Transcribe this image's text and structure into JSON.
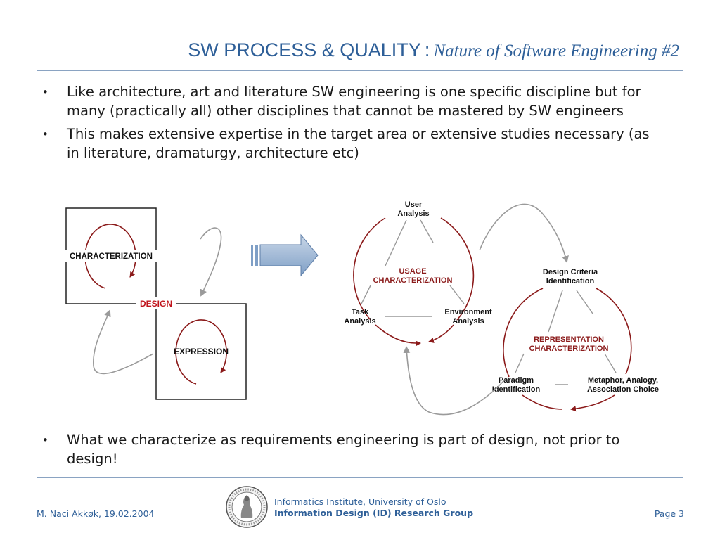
{
  "title": {
    "main": "SW PROCESS & QUALITY",
    "separator": ":",
    "subtitle": "Nature of  Software Engineering #2"
  },
  "bullets_top": [
    "Like architecture, art and literature SW engineering is one specific discipline but for many (practically all) other disciplines that cannot be mastered by SW engineers",
    "This makes extensive expertise in the target area or extensive studies necessary (as in literature, dramaturgy, architecture etc)"
  ],
  "bullets_bottom": [
    "What we characterize as requirements engineering is part of design, not prior to design!"
  ],
  "diagram_left": {
    "characterization": "CHARACTERIZATION",
    "design": "DESIGN",
    "expression": "EXPRESSION"
  },
  "diagram_right": {
    "user_analysis": [
      "User",
      "Analysis"
    ],
    "usage_characterization": [
      "USAGE",
      "CHARACTERIZATION"
    ],
    "task_analysis": [
      "Task",
      "Analysis"
    ],
    "environment_analysis": [
      "Environment",
      "Analysis"
    ],
    "design_criteria": [
      "Design Criteria",
      "Identification"
    ],
    "representation_characterization": [
      "REPRESENTATION",
      "CHARACTERIZATION"
    ],
    "paradigm": [
      "Paradigm",
      "Identification"
    ],
    "metaphor": [
      "Metaphor, Analogy,",
      "Association Choice"
    ]
  },
  "colors": {
    "accent_blue": "#2e5f98",
    "dark_red": "#8b1a1a",
    "gray_arrow": "#9a9a9a",
    "design_red": "#c0141c"
  },
  "footer": {
    "author_date": "M. Naci Akkøk, 19.02.2004",
    "institute": "Informatics Institute, University of Oslo",
    "group": "Information Design (ID) Research Group",
    "page": "Page 3"
  }
}
